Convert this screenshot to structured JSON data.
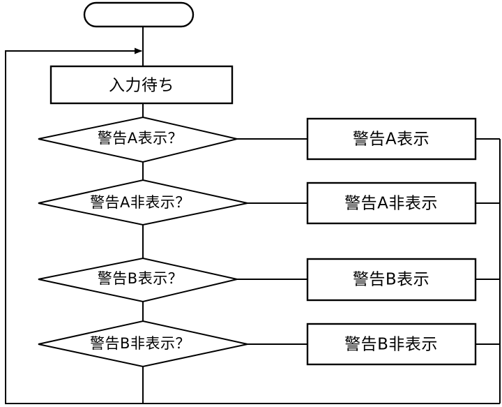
{
  "diagram": {
    "title": "",
    "type": "flowchart",
    "background_color": "#ffffff",
    "line_color": "#000000",
    "shape_fill": "#ffffff"
  },
  "start_node": {
    "name": "start-terminator",
    "label": "",
    "shape": "stadium"
  },
  "process_wait": {
    "label": "入力待ち",
    "shape": "rectangle"
  },
  "decisions": [
    {
      "label": "警告A表示？",
      "shape": "diamond"
    },
    {
      "label": "警告A非表示？",
      "shape": "diamond"
    },
    {
      "label": "警告B表示？",
      "shape": "diamond"
    },
    {
      "label": "警告B非表示？",
      "shape": "diamond"
    }
  ],
  "actions": [
    {
      "label": "警告A表示",
      "shape": "rectangle"
    },
    {
      "label": "警告A非表示",
      "shape": "rectangle"
    },
    {
      "label": "警告B表示",
      "shape": "rectangle"
    },
    {
      "label": "警告B非表示",
      "shape": "rectangle"
    }
  ],
  "connectors": {
    "loop_back_label": "",
    "arrow_into_wait": "arrow-right"
  }
}
